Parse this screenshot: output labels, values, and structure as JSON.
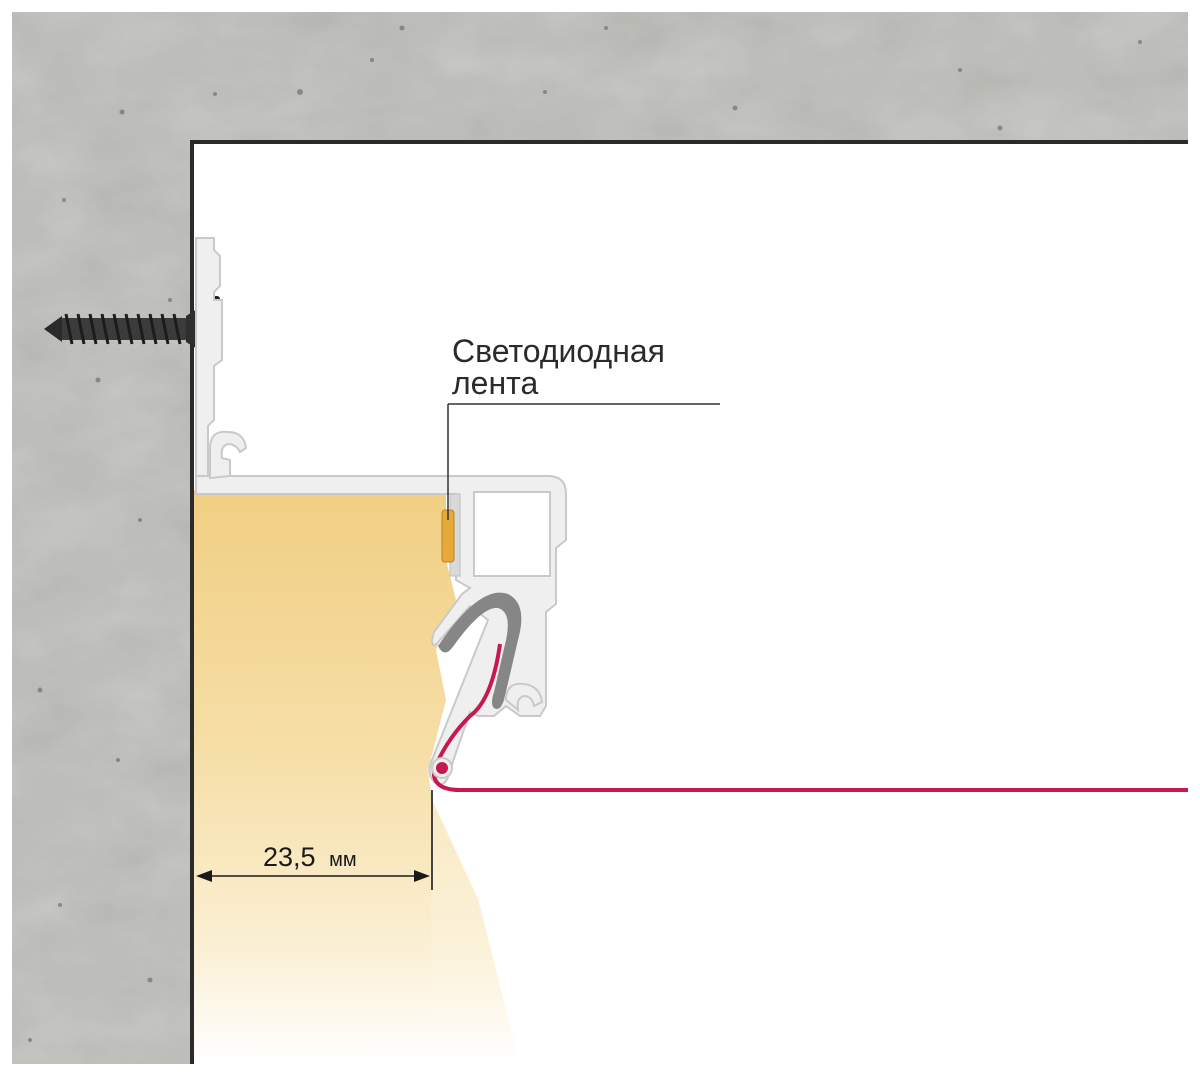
{
  "callout": {
    "line1": "Светодиодная",
    "line2": "лента"
  },
  "dimension": {
    "value": "23,5",
    "unit": "мм"
  },
  "colors": {
    "concrete": "#b9b9b5",
    "wall_line": "#2b2b2b",
    "light": "#f3d48a",
    "film": "#c8194f",
    "profile": "#ececec",
    "insert": "#8a8a8a",
    "led": "#e6a93a"
  }
}
